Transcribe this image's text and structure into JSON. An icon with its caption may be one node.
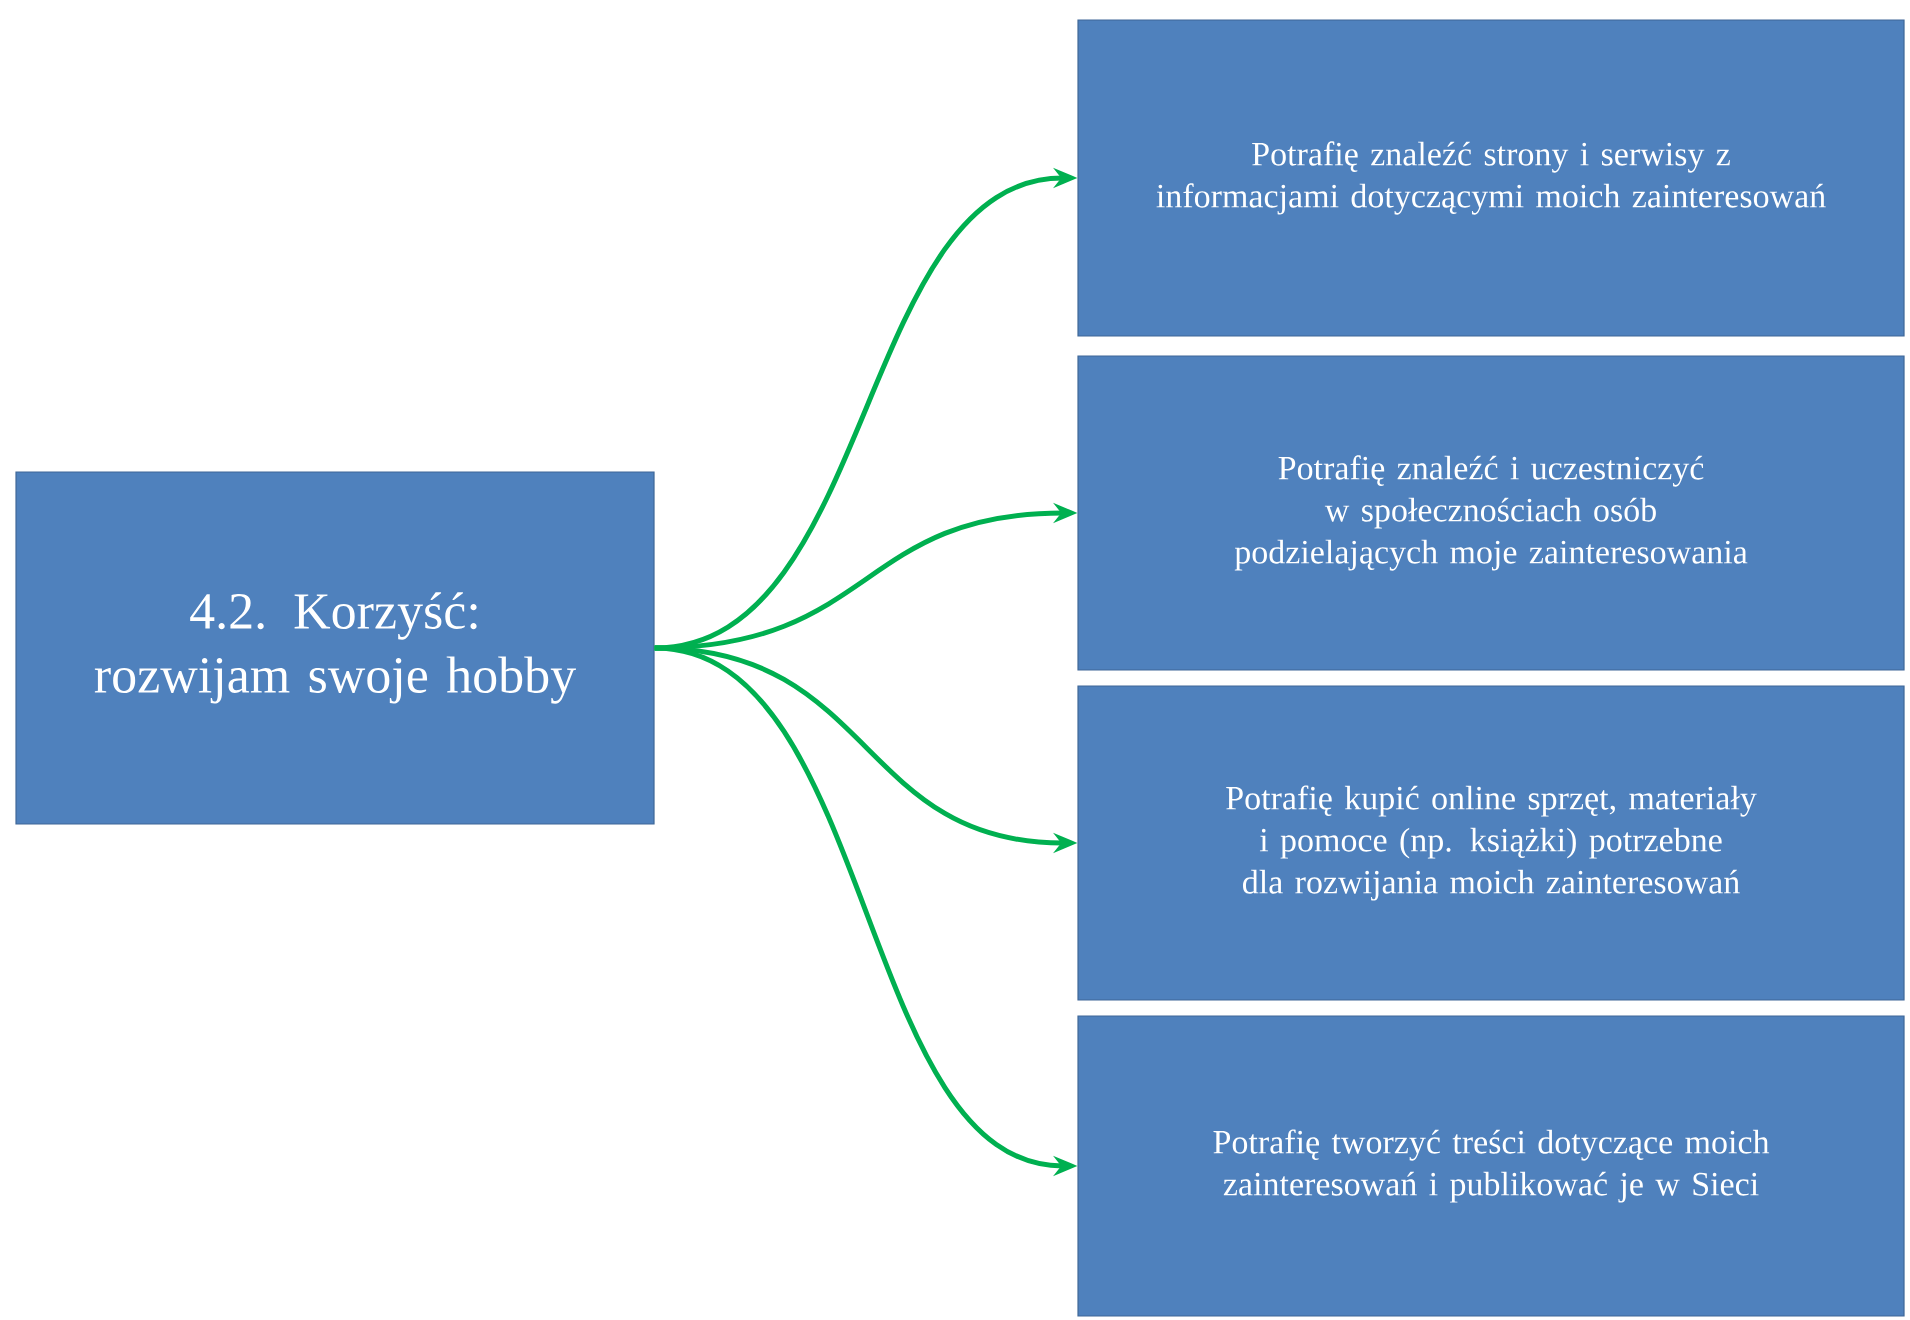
{
  "diagram": {
    "nodes": [
      {
        "text": [
          "4.2. Korzyść: rozwijam swoje hobby"
        ]
      },
      {
        "text": [
          "Potrafię znaleźć strony i serwisy z informacjami dotyczącymi moich zainteresowań"
        ]
      },
      {
        "text": [
          "Potrafię znaleźć i uczestniczyć w społecznościach osób podzielających moje zainteresowania"
        ]
      },
      {
        "text": [
          "Potrafię kupić online sprzęt, materiały i pomoce (np. książki) potrzebne dla rozwijania moich zainteresowań"
        ]
      },
      {
        "text": [
          "Potrafię tworzyć treści dotyczące moich zainteresowań i publikować je w Sieci"
        ]
      }
    ],
    "edges": [
      {
        "from": 0,
        "to": 1,
        "arrow": "to"
      },
      {
        "from": 0,
        "to": 2,
        "arrow": "to"
      },
      {
        "from": 0,
        "to": 3,
        "arrow": "to"
      },
      {
        "from": 0,
        "to": 4,
        "arrow": "to"
      }
    ]
  }
}
